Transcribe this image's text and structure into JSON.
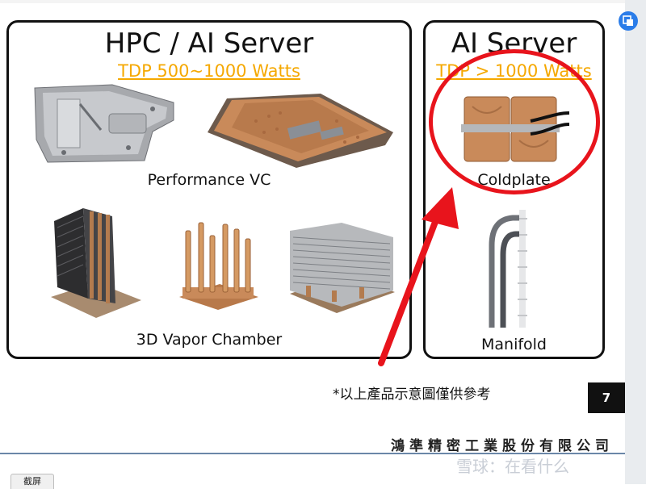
{
  "left_panel": {
    "title": "HPC / AI Server",
    "subtitle": "TDP 500~1000 Watts",
    "caption_top": "Performance VC",
    "caption_bottom": "3D Vapor Chamber"
  },
  "right_panel": {
    "title": "AI Server",
    "subtitle": "TDP > 1000 Watts",
    "caption_top": "Coldplate",
    "caption_bottom": "Manifold"
  },
  "footer": {
    "note": "*以上產品示意圖僅供參考",
    "page_number": "7",
    "company": "鴻準精密工業股份有限公司",
    "watermark": "雪球：在看什么"
  },
  "viewer": {
    "tab_label": "截屏",
    "accent_color": "#2b7de9"
  },
  "annotation": {
    "color": "#e8141c"
  },
  "colors": {
    "subtitle": "#f5a800",
    "copper": "#c98a5a"
  }
}
